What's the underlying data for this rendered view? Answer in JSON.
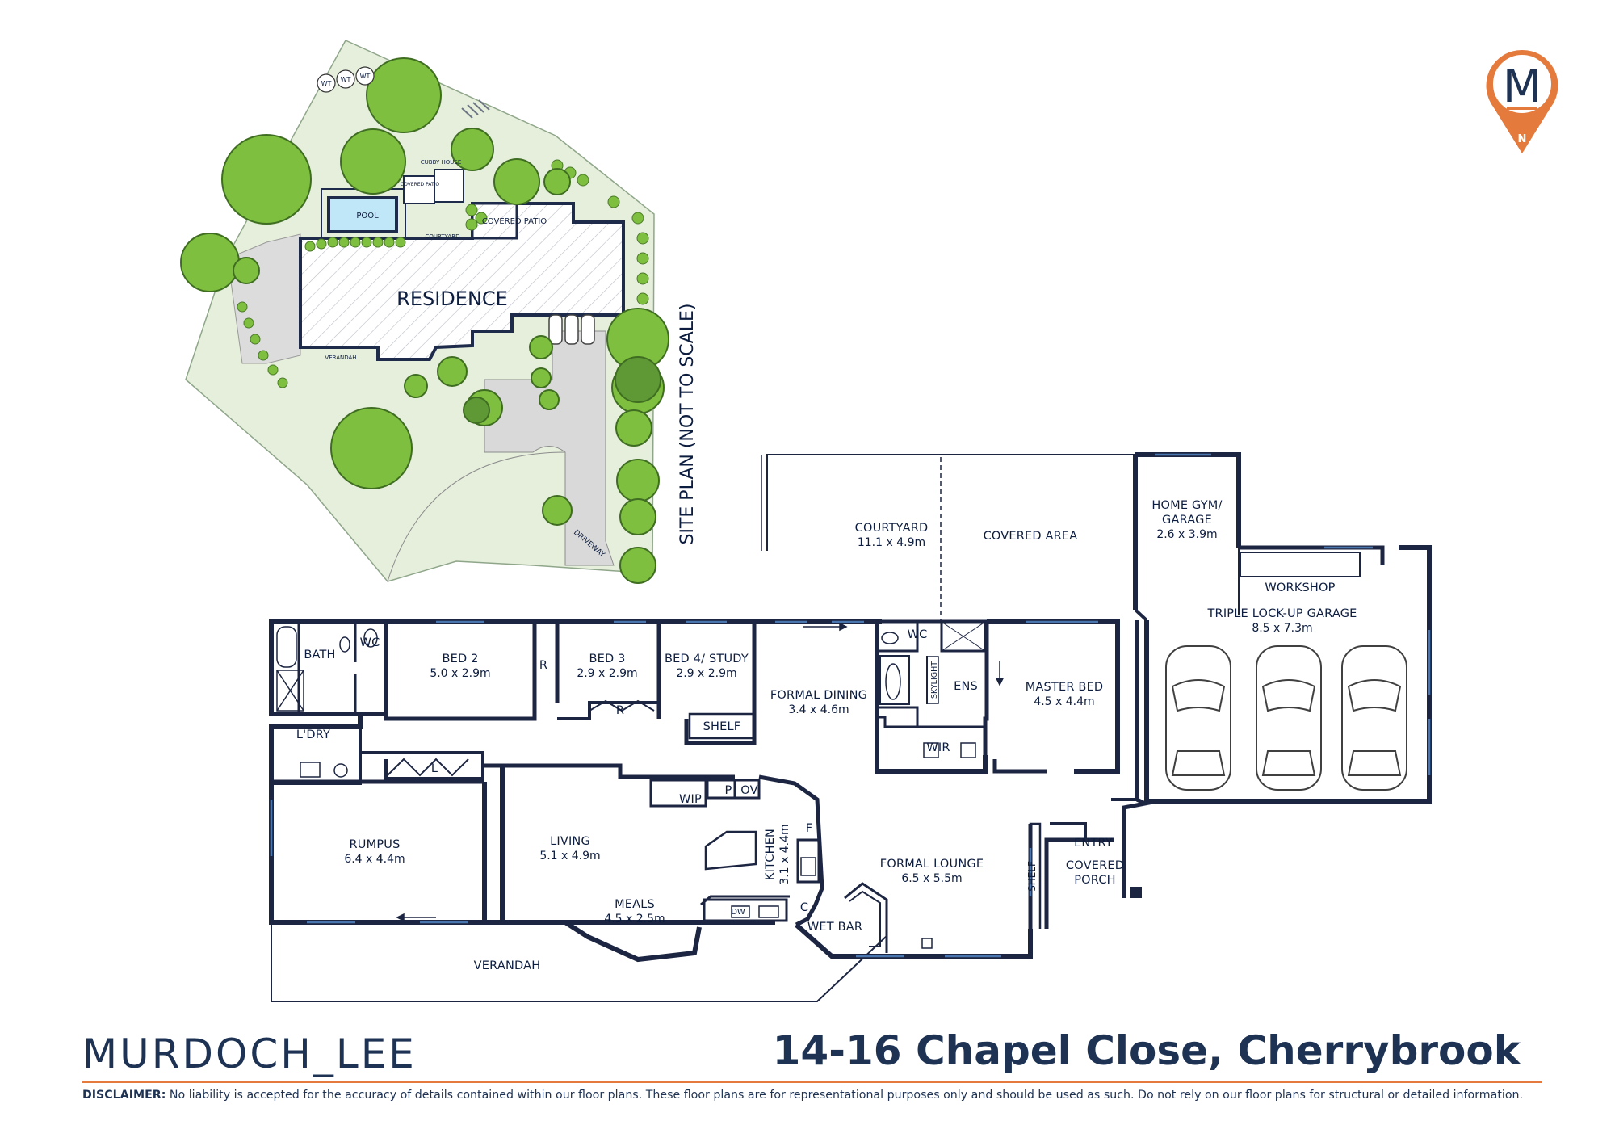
{
  "brand": {
    "name": "MURDOCH_LEE",
    "accent_color": "#e47a3c",
    "navy_color": "#1e3354",
    "logo_letter": "M",
    "north_label": "N"
  },
  "address": "14-16 Chapel Close, Cherrybrook",
  "disclaimer": {
    "label": "DISCLAIMER:",
    "text": "No liability is accepted for the accuracy of details contained within our floor plans. These floor plans are for representational purposes only and should be used as such. Do not rely on our floor plans for structural or detailed information."
  },
  "site_plan": {
    "title": "SITE PLAN (NOT TO SCALE)",
    "residence": "RESIDENCE",
    "pool": "POOL",
    "covered_patio": "COVERED PATIO",
    "cubby_house": "CUBBY HOUSE",
    "covered_patio_small": "COVERED PATIO",
    "courtyard": "COURTYARD",
    "verandah": "VERANDAH",
    "driveway": "DRIVEWAY",
    "water_tank": "WT",
    "lawn_color": "#e6efdc",
    "tree_color": "#7fbf3f"
  },
  "rooms": {
    "bath": {
      "name": "BATH"
    },
    "wc1": {
      "name": "WC"
    },
    "bed2": {
      "name": "BED 2",
      "dims": "5.0 x 2.9m"
    },
    "bed3": {
      "name": "BED 3",
      "dims": "2.9 x 2.9m"
    },
    "bed4": {
      "name": "BED 4/ STUDY",
      "dims": "2.9 x 2.9m"
    },
    "robe": "R",
    "shelf": "SHELF",
    "ldry": {
      "name": "L'DRY"
    },
    "linen": "L",
    "formal_dining": {
      "name": "FORMAL DINING",
      "dims": "3.4 x 4.6m"
    },
    "courtyard": {
      "name": "COURTYARD",
      "dims": "11.1 x 4.9m"
    },
    "covered_area": {
      "name": "COVERED AREA"
    },
    "home_gym": {
      "name": "HOME GYM/",
      "name2": "GARAGE",
      "dims": "2.6 x 3.9m"
    },
    "workshop": {
      "name": "WORKSHOP"
    },
    "garage": {
      "name": "TRIPLE LOCK-UP GARAGE",
      "dims": "8.5 x 7.3m"
    },
    "wc2": {
      "name": "WC"
    },
    "ens": {
      "name": "ENS"
    },
    "skylight": "SKYLIGHT",
    "wir": {
      "name": "WIR"
    },
    "master": {
      "name": "MASTER BED",
      "dims": "4.5 x 4.4m"
    },
    "rumpus": {
      "name": "RUMPUS",
      "dims": "6.4 x 4.4m"
    },
    "living": {
      "name": "LIVING",
      "dims": "5.1 x 4.9m"
    },
    "meals": {
      "name": "MEALS",
      "dims": "4.5 x 2.5m"
    },
    "wip": {
      "name": "WIP"
    },
    "pantry": "P",
    "oven": "OV",
    "kitchen": {
      "name": "KITCHEN",
      "dims": "3.1 x 4.4m"
    },
    "fridge": "F",
    "dw": "DW",
    "cupboard": "C",
    "wet_bar": {
      "name": "WET BAR"
    },
    "formal_lounge": {
      "name": "FORMAL LOUNGE",
      "dims": "6.5 x 5.5m"
    },
    "shelf2": "SHELF",
    "entry": {
      "name": "ENTRY"
    },
    "porch": {
      "name": "COVERED",
      "name2": "PORCH"
    },
    "verandah": {
      "name": "VERANDAH"
    }
  }
}
